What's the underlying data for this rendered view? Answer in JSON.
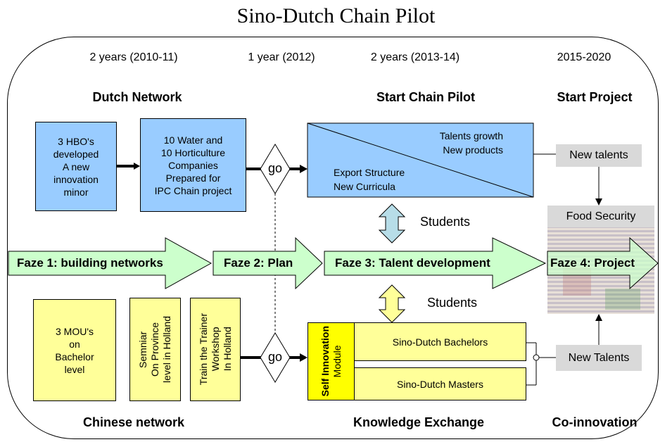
{
  "title": "Sino-Dutch Chain Pilot",
  "periods": [
    "2 years (2010-11)",
    "1 year (2012)",
    "2 years (2013-14)",
    "2015-2020"
  ],
  "sections": {
    "dutch_network": "Dutch Network",
    "start_chain_pilot": "Start Chain Pilot",
    "start_project": "Start Project",
    "chinese_network": "Chinese network",
    "knowledge_exchange": "Knowledge Exchange",
    "co_innovation": "Co-innovation"
  },
  "blue_boxes": {
    "hbo": [
      "3 HBO's",
      "developed",
      "A new",
      "innovation",
      "minor"
    ],
    "companies": [
      "10 Water and",
      "10 Horticulture",
      "Companies",
      "Prepared for",
      "IPC Chain project"
    ]
  },
  "go_label": "go",
  "chain_box": {
    "top_right": [
      "Talents growth",
      "New products"
    ],
    "bottom_left": [
      "Export Structure",
      "New  Curricula"
    ]
  },
  "new_talents_top": "New talents",
  "food_security": "Food Security",
  "students_label": "Students",
  "phases": [
    "Faze 1: building networks",
    "Faze 2: Plan",
    "Faze 3: Talent development",
    "Faze 4: Project"
  ],
  "yellow_boxes": {
    "mou": [
      "3 MOU's",
      "on",
      "Bachelor",
      "level"
    ],
    "seminar": [
      "Semniar",
      "On Province",
      "level in Holland"
    ],
    "train": [
      "Train the Trainer",
      "Workshop",
      "In Holland"
    ]
  },
  "self_innovation": {
    "bold": "Self Innovation",
    "rest": "Module"
  },
  "programs": [
    "Sino-Dutch Bachelors",
    "Sino-Dutch Masters"
  ],
  "new_talents_bottom": "New Talents",
  "colors": {
    "blue": "#99ccff",
    "green": "#ccffcc",
    "yellow": "#ffff99",
    "bright_yellow": "#ffff00",
    "gray": "#d9d9d9",
    "teal_arrow": "#b7dde8"
  }
}
